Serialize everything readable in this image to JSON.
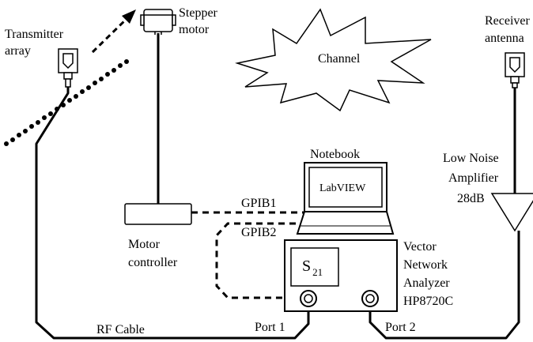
{
  "labels": {
    "transmitter_line1": "Transmitter",
    "transmitter_line2": "array",
    "stepper_line1": "Stepper",
    "stepper_line2": "motor",
    "channel": "Channel",
    "receiver_line1": "Receiver",
    "receiver_line2": "antenna",
    "notebook": "Notebook",
    "labview": "LabVIEW",
    "lna_line1": "Low Noise",
    "lna_line2": "Amplifier",
    "lna_line3": "28dB",
    "gpib1": "GPIB1",
    "gpib2": "GPIB2",
    "motor_ctrl_line1": "Motor",
    "motor_ctrl_line2": "controller",
    "s21_main": "S",
    "s21_sub": "21",
    "vna_line1": "Vector",
    "vna_line2": "Network",
    "vna_line3": "Analyzer",
    "vna_line4": "HP8720C",
    "rf_cable": "RF Cable",
    "port1": "Port 1",
    "port2": "Port 2"
  }
}
